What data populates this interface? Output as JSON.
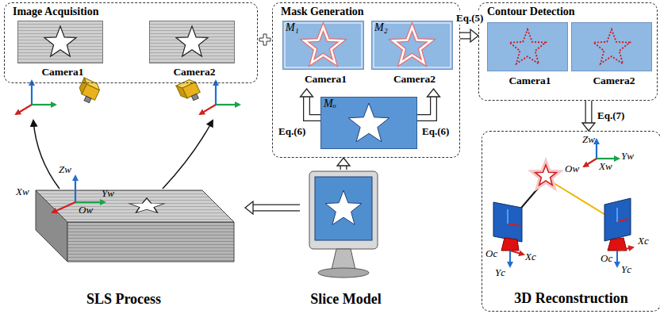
{
  "diagram": {
    "nodes": [
      {
        "text": [
          "Image Acquisition"
        ]
      },
      {
        "text": [
          "Camera1"
        ],
        "in": 0
      },
      {
        "text": [
          "Camera2"
        ],
        "in": 0
      },
      {
        "text": [
          "Mask Generation"
        ]
      },
      {
        "text": [
          "M₁",
          "Camera1"
        ],
        "in": 3
      },
      {
        "text": [
          "M₂",
          "Camera2"
        ],
        "in": 3
      },
      {
        "text": [
          "Mₒ"
        ],
        "in": 3
      },
      {
        "text": [
          "Contour Detection"
        ]
      },
      {
        "text": [
          "Camera1"
        ],
        "in": 7
      },
      {
        "text": [
          "Camera2"
        ],
        "in": 7
      },
      {
        "text": [
          "3D Reconstruction"
        ]
      },
      {
        "text": [
          "SLS Process"
        ]
      },
      {
        "text": [
          "Slice Model"
        ]
      }
    ],
    "edges": [
      {
        "from": 6,
        "to": 4,
        "label": "Eq.(6)",
        "arrow": "to"
      },
      {
        "from": 6,
        "to": 5,
        "label": "Eq.(6)",
        "arrow": "to"
      },
      {
        "from": 3,
        "to": 7,
        "label": "Eq.(5)",
        "arrow": "to"
      },
      {
        "from": 7,
        "to": 10,
        "label": "Eq.(7)",
        "arrow": "to"
      },
      {
        "from": 12,
        "to": 3,
        "arrow": "to"
      },
      {
        "from": 12,
        "to": 11,
        "arrow": "to"
      }
    ],
    "labels": [
      "Zw",
      "Yw",
      "Xw",
      "Ow",
      "Zw",
      "Yw",
      "Xw",
      "Ow",
      "Oc",
      "Xc",
      "Yc",
      "Oc",
      "Yc",
      "Xc"
    ]
  }
}
